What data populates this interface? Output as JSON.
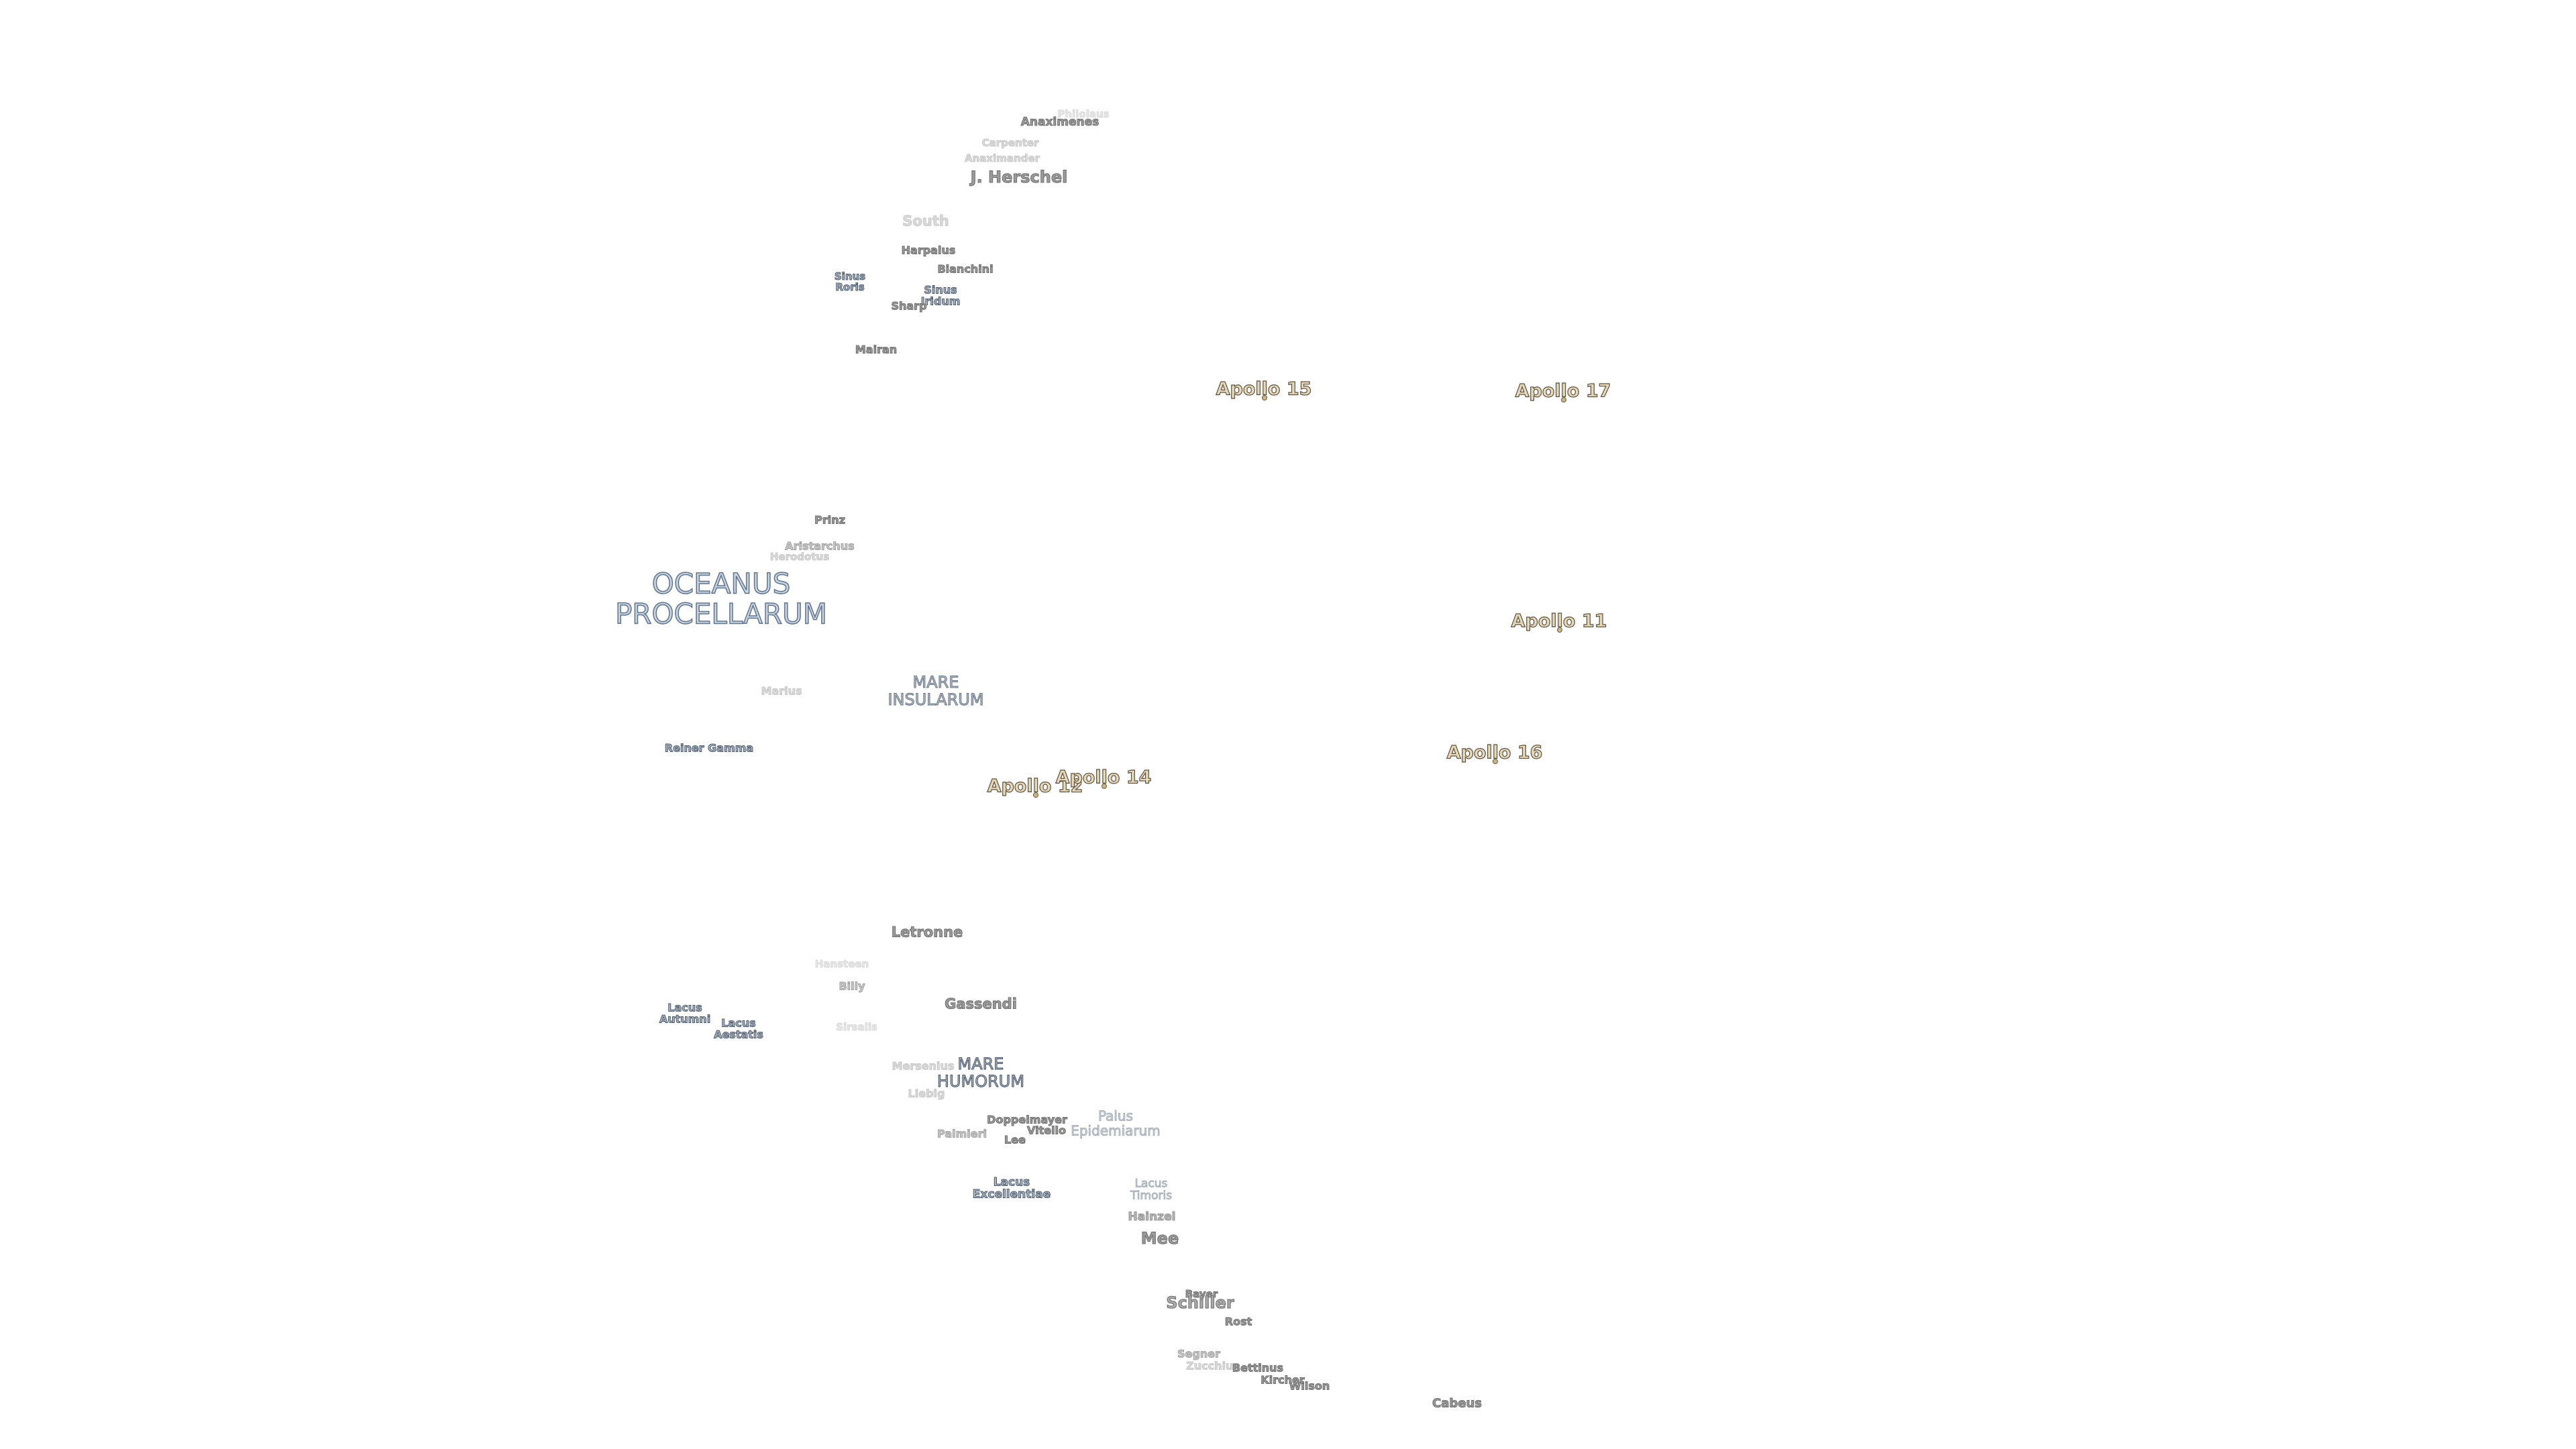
{
  "colors": {
    "background": "#ffffff",
    "crater_text": "#9a9a9a",
    "mare_text": "#b3bdc9",
    "apollo_text": "#e6d9b8"
  },
  "labels": {
    "anaximenes": "Anaximenes",
    "philolaus": "Philolaus",
    "carpenter": "Carpenter",
    "anaximander": "Anaximander",
    "j_herschel": "J. Herschel",
    "sinus_roris": "Sinus\nRoris",
    "south": "South",
    "harpalus": "Harpalus",
    "bianchini": "Bianchini",
    "sinus_iridum": "Sinus\nIridum",
    "sharp": "Sharp",
    "mairan": "Mairan",
    "prinz": "Prinz",
    "aristarchus": "Aristarchus",
    "herodotus": "Herodotus",
    "oceanus_procellarum": "OCEANUS\nPROCELLARUM",
    "marius": "Marius",
    "mare_insularum": "MARE\nINSULARUM",
    "reiner_gamma": "Reiner Gamma",
    "latronne": "Letronne",
    "hansteen": "Hansteen",
    "billy": "Billy",
    "gassendi": "Gassendi",
    "lacus_autumni": "Lacus\nAutumni",
    "lacus_aestatis": "Lacus\nAestatis",
    "mersenius": "Mersenius",
    "mare_humorum": "MARE\nHUMORUM",
    "liebig": "Liebig",
    "doppelmayer": "Doppelmayer",
    "vitello": "Vitello",
    "lee": "Lee",
    "palmieri": "Palmieri",
    "palus_epidemiarum": "Palus\nEpidemiarum",
    "lacus_excellentiae": "Lacus\nExcellentiae",
    "lacus_timoris": "Lacus\nTimoris",
    "hainzel": "Hainzel",
    "mee": "Mee",
    "bayer": "Bayer",
    "schiller": "Schiller",
    "rost": "Rost",
    "segner": "Segner",
    "zucchius": "Zucchius",
    "bettinus": "Bettinus",
    "kircher": "Kircher",
    "wilson": "Wilson",
    "cabeus": "Cabeus",
    "sirsalis": "Sirsalis"
  },
  "apollo": {
    "apollo_15": "Apollo 15",
    "apollo_17": "Apollo 17",
    "apollo_11": "Apollo 11",
    "apollo_16": "Apollo 16",
    "apollo_12": "Apollo 12",
    "apollo_14": "Apollo 14"
  }
}
